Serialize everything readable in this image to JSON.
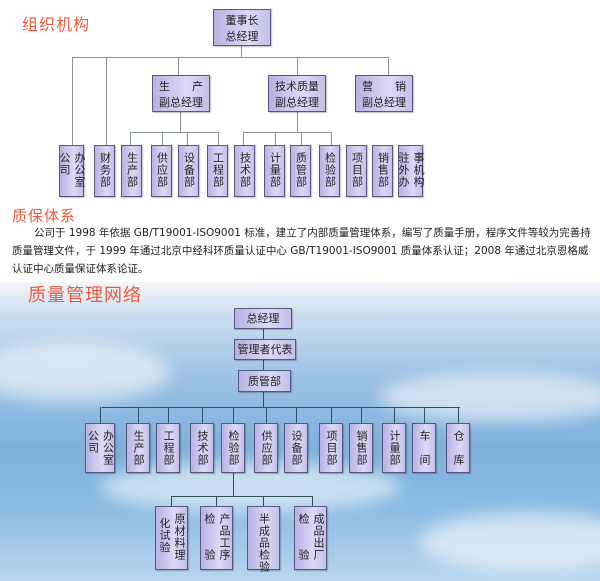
{
  "org_chart": {
    "title": "组织机构",
    "root": [
      "董事长",
      "总经理"
    ],
    "vps": [
      [
        "生　　产",
        "副总经理"
      ],
      [
        "技术质量",
        "副总经理"
      ],
      [
        "营　　销",
        "副总经理"
      ]
    ],
    "departments": [
      [
        "办公室",
        "公司"
      ],
      [
        "财务部"
      ],
      [
        "生产部"
      ],
      [
        "供应部"
      ],
      [
        "设备部"
      ],
      [
        "工程部"
      ],
      [
        "技术部"
      ],
      [
        "计量部"
      ],
      [
        "质管部"
      ],
      [
        "检验部"
      ],
      [
        "项目部"
      ],
      [
        "销售部"
      ],
      [
        "驻外办",
        "事机构"
      ]
    ]
  },
  "quality_system": {
    "title": "质保体系",
    "text": "公司于 1998 年依据 GB/T19001-ISO9001 标准，建立了内部质量管理体系，编写了质量手册，程序文件等较为完善持质量管理文件，于 1999 年通过北京中经科环质量认证中心 GB/T19001-ISO9001 质量体系认证；2008 年通过北京恩格威认证中心质量保证体系论证。"
  },
  "quality_network": {
    "title": "质量管理网络",
    "chain": [
      "总经理",
      "管理者代表",
      "质管部"
    ],
    "departments": [
      [
        "办公室",
        "公司"
      ],
      [
        "生产部"
      ],
      [
        "工程部"
      ],
      [
        "技术部"
      ],
      [
        "检验部"
      ],
      [
        "供应部"
      ],
      [
        "设备部"
      ],
      [
        "项目部"
      ],
      [
        "销售部"
      ],
      [
        "计量部"
      ],
      [
        "车　间"
      ],
      [
        "仓　库"
      ]
    ],
    "inspection_units": [
      [
        "原材料理",
        " 化试验"
      ],
      [
        "产品工序",
        "检　　验"
      ],
      [
        "半成品检验"
      ],
      [
        "成品出厂",
        "检　　验"
      ]
    ]
  }
}
